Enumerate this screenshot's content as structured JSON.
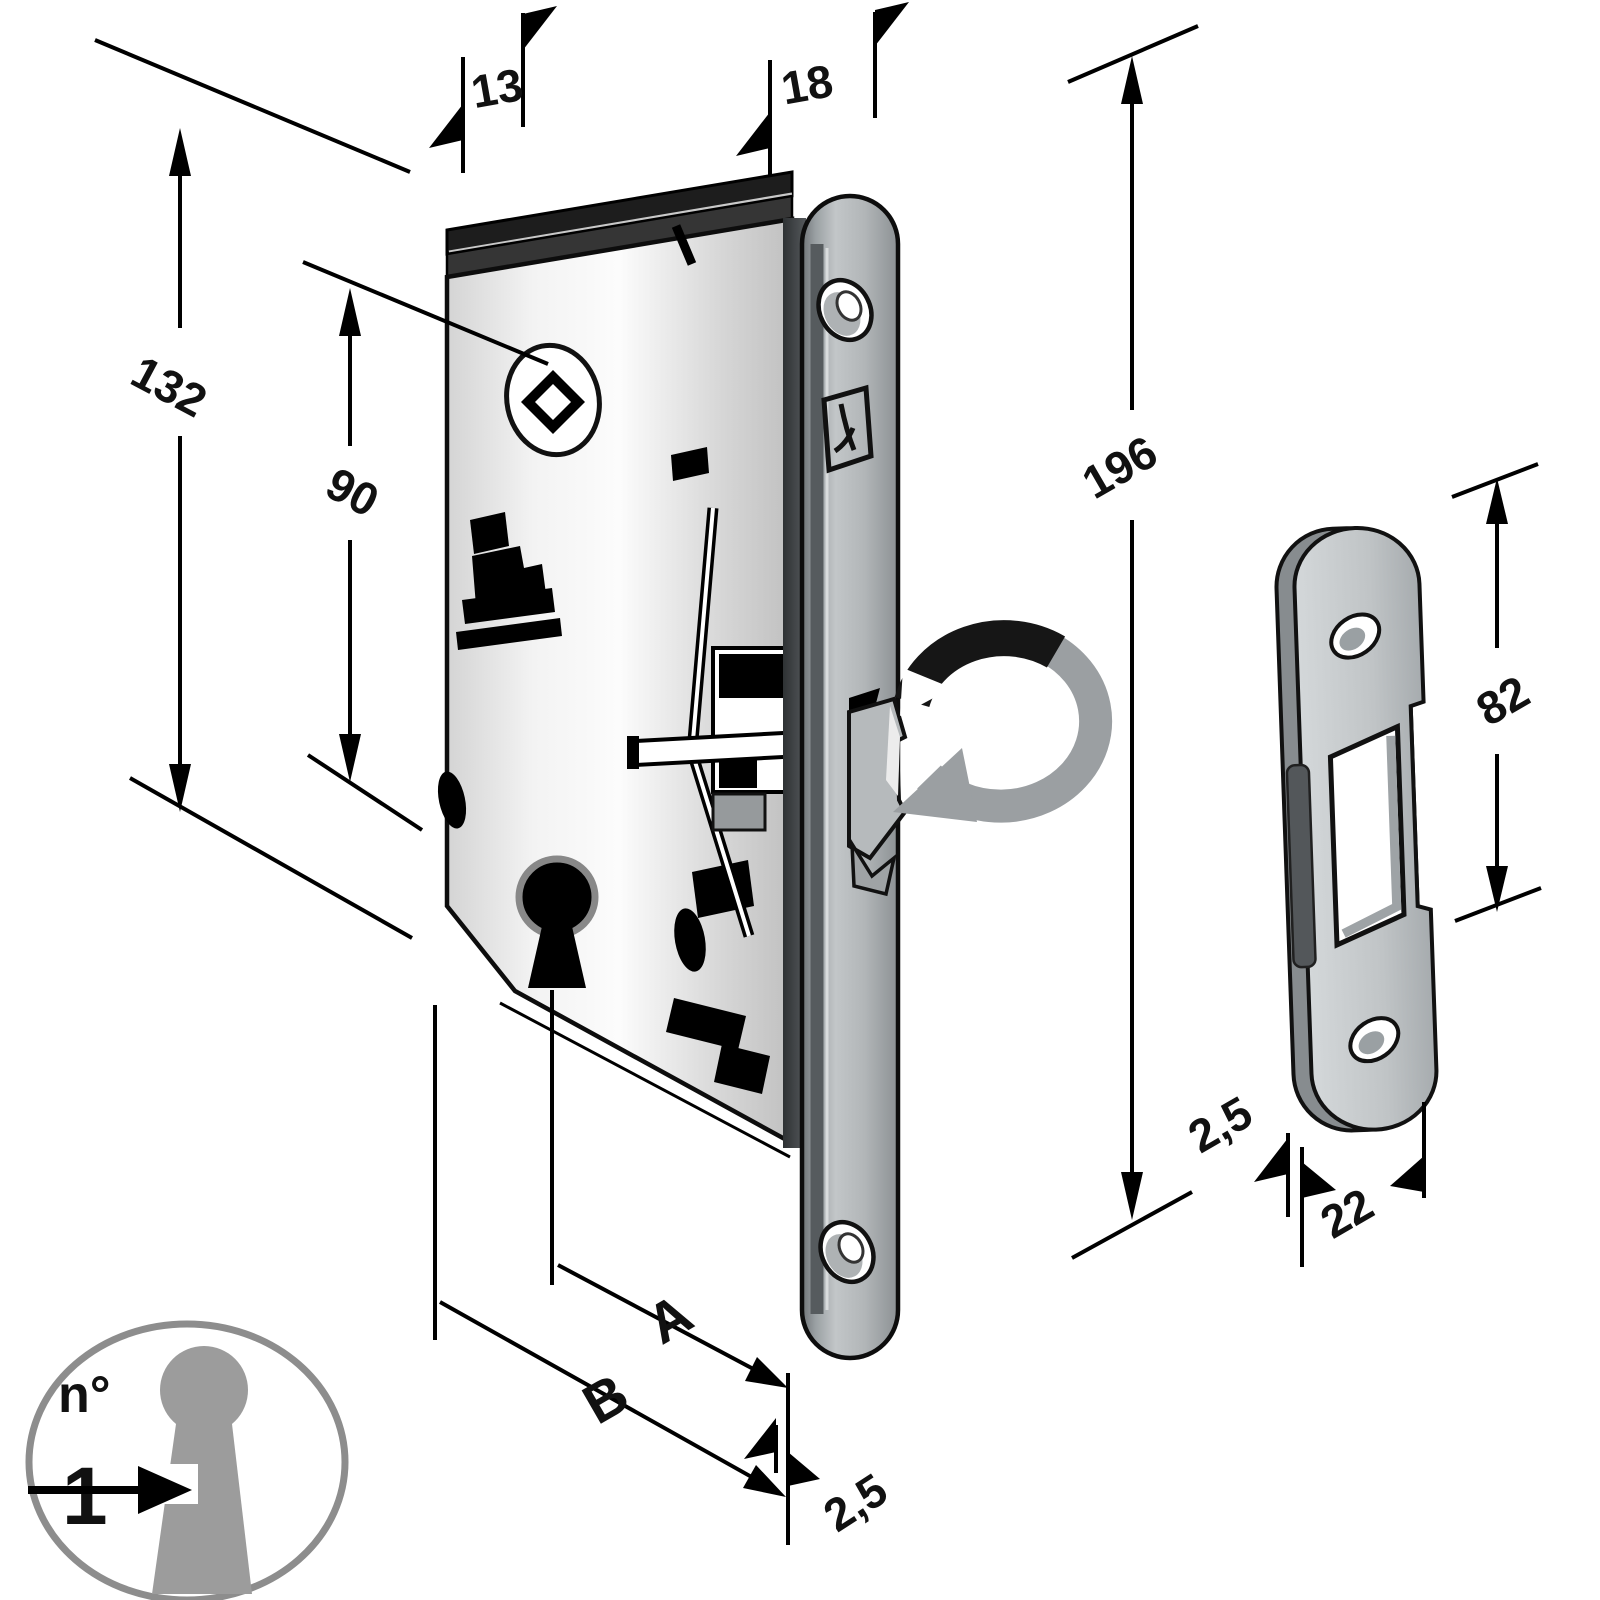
{
  "diagram": {
    "dimensions": {
      "case_thickness": "13",
      "faceplate_width": "18",
      "case_height": "132",
      "follower_to_key": "90",
      "faceplate_height": "196",
      "strike_height": "82",
      "strike_thickness": "2,5",
      "strike_width": "22",
      "backset": "A",
      "backset_total": "B",
      "faceplate_thickness": "2,5"
    },
    "key_icon": {
      "prefix": "n°",
      "number": "1"
    },
    "colors": {
      "line": "#111111",
      "metal_light": "#f2f2f2",
      "metal_mid": "#b5b9bb",
      "metal_dark": "#53575a",
      "rotation_arrow_gray": "#9b9fa2",
      "rotation_arrow_black": "#161616"
    }
  }
}
